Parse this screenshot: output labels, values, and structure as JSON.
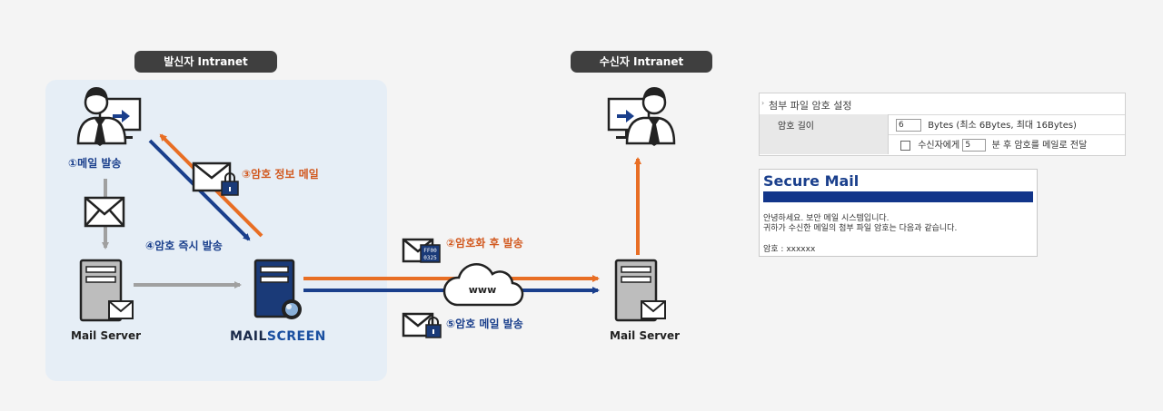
{
  "sender_pill": "발신자 Intranet",
  "receiver_pill": "수신자 Intranet",
  "steps": {
    "s1": "①메일 발송",
    "s2": "②암호화 후 발송",
    "s3": "③암호 정보 메일",
    "s4": "④암호 즉시 발송",
    "s5": "⑤암호 메일 발송"
  },
  "mail_server_left": "Mail Server",
  "mail_server_right": "Mail Server",
  "brand": {
    "part1": "MAIL",
    "part2": "SCREEN"
  },
  "cloud_label": "www",
  "hex_badge": {
    "line1": "FF00",
    "line2": "0325"
  },
  "colors": {
    "orange": "#e86e24",
    "blue": "#1a3f8c",
    "gray": "#a0a0a0"
  },
  "settings": {
    "title": "첨부 파일 암호 설정",
    "row1_label": "암호 길이",
    "row1_value": "6",
    "row1_text": "Bytes (최소 6Bytes, 최대 16Bytes)",
    "row2_prefix": "수신자에게",
    "row2_value": "5",
    "row2_suffix": "분 후 암호를 메일로 전달"
  },
  "secure_mail": {
    "title": "Secure Mail",
    "line1": "안녕하세요. 보안 메일 시스템입니다.",
    "line2": "귀하가 수신한 메일의 첨부 파일 암호는 다음과 같습니다.",
    "line3": "암호 : xxxxxx"
  }
}
